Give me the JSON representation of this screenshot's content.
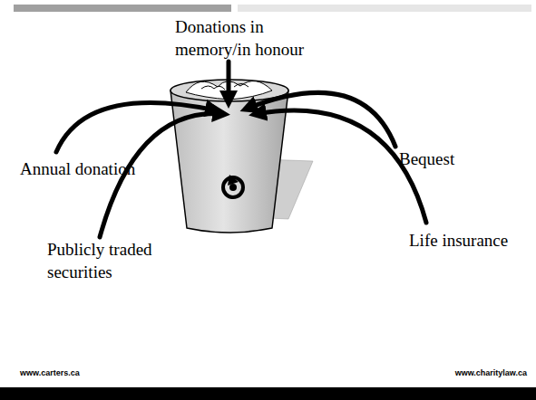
{
  "diagram": {
    "labels": [
      "Donations in memory/in honour",
      "Bequest",
      "Annual donation",
      "Life insurance",
      "Publicly traded securities",
      "www.carters.ca",
      "www.charitylaw.ca"
    ]
  }
}
